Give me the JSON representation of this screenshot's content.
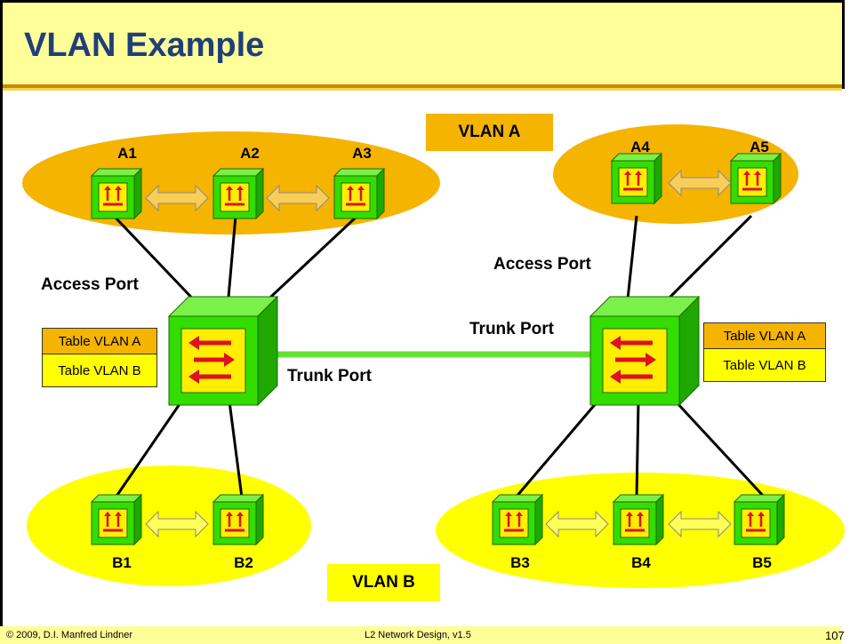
{
  "title": "VLAN Example",
  "vlan_a_label": "VLAN A",
  "vlan_b_label": "VLAN B",
  "labels": {
    "access_port_left": "Access Port",
    "access_port_right": "Access Port",
    "trunk_port_left": "Trunk Port",
    "trunk_port_right": "Trunk Port"
  },
  "left_switch_tables": [
    "Table VLAN A",
    "Table VLAN B"
  ],
  "right_switch_tables": [
    "Table VLAN A",
    "Table VLAN B"
  ],
  "nodes": {
    "a1": "A1",
    "a2": "A2",
    "a3": "A3",
    "a4": "A4",
    "a5": "A5",
    "b1": "B1",
    "b2": "B2",
    "b3": "B3",
    "b4": "B4",
    "b5": "B5"
  },
  "footer": {
    "copyright": "© 2009, D.I. Manfred Lindner",
    "course": "L2 Network Design, v1.5",
    "page": "107"
  },
  "colors": {
    "vlan_a": "#F5B400",
    "vlan_b": "#FFFF00",
    "device_green": "#33DD00",
    "device_inner": "#FFEE00",
    "arrow_red": "#DD1122",
    "trunk_link": "#66E033"
  }
}
